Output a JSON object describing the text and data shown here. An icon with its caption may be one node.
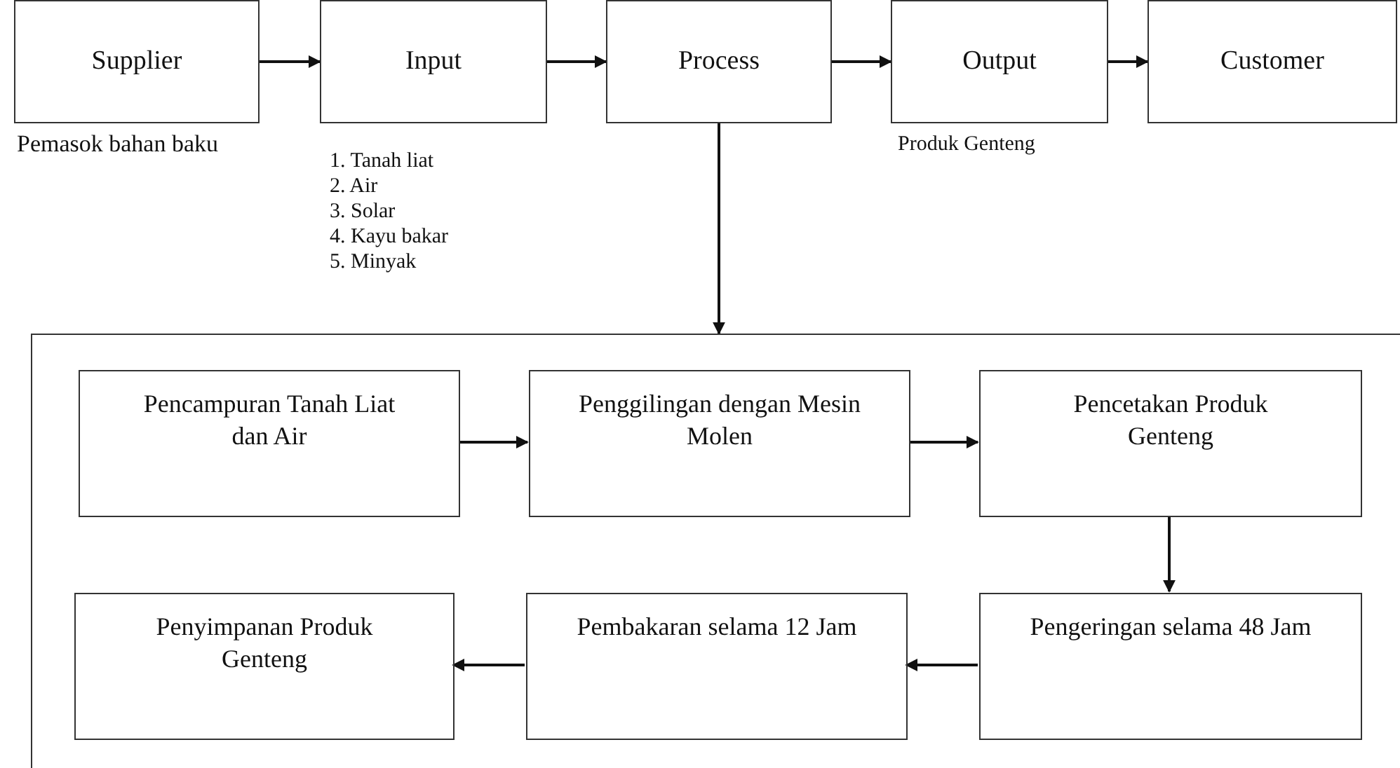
{
  "diagram": {
    "nodes": [
      {
        "text": [
          "Supplier"
        ],
        "beside": [
          "Pemasok bahan baku"
        ]
      },
      {
        "text": [
          "Input"
        ],
        "beside": [
          "1. Tanah liat",
          "2. Air",
          "3. Solar",
          "4. Kayu bakar",
          "5. Minyak"
        ]
      },
      {
        "text": [
          "Process"
        ]
      },
      {
        "text": [
          "Output"
        ],
        "beside": [
          "Produk Genteng"
        ]
      },
      {
        "text": [
          "Customer"
        ]
      },
      {
        "text": [],
        "shape": "box"
      },
      {
        "text": [
          "Pencampuran Tanah Liat dan Air"
        ],
        "in": 5
      },
      {
        "text": [
          "Penggilingan dengan Mesin Molen"
        ],
        "in": 5
      },
      {
        "text": [
          "Pencetakan Produk Genteng"
        ],
        "in": 5
      },
      {
        "text": [
          "Pengeringan selama 48 Jam"
        ],
        "in": 5
      },
      {
        "text": [
          "Pembakaran selama 12 Jam"
        ],
        "in": 5
      },
      {
        "text": [
          "Penyimpanan Produk Genteng"
        ],
        "in": 5
      }
    ],
    "edges": [
      {
        "from": 0,
        "to": 1,
        "arrow": "to"
      },
      {
        "from": 1,
        "to": 2,
        "arrow": "to"
      },
      {
        "from": 2,
        "to": 3,
        "arrow": "to"
      },
      {
        "from": 3,
        "to": 4,
        "arrow": "to"
      },
      {
        "from": 2,
        "to": 5,
        "arrow": "to"
      },
      {
        "from": 6,
        "to": 7,
        "arrow": "to"
      },
      {
        "from": 7,
        "to": 8,
        "arrow": "to"
      },
      {
        "from": 8,
        "to": 9,
        "arrow": "to"
      },
      {
        "from": 9,
        "to": 10,
        "arrow": "to"
      },
      {
        "from": 10,
        "to": 11,
        "arrow": "to"
      }
    ]
  }
}
